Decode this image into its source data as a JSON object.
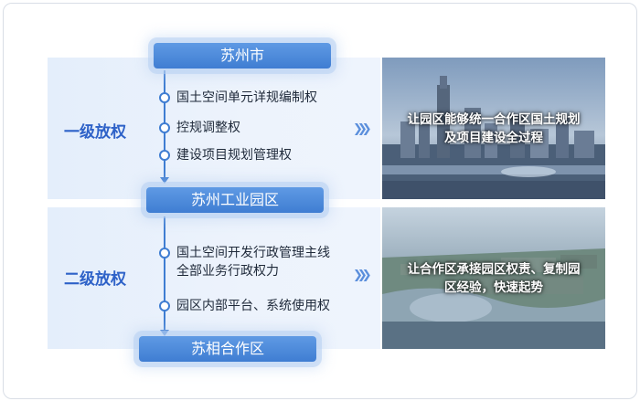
{
  "levels": [
    {
      "title": "一级放权",
      "items": [
        "国土空间单元详规编制权",
        "控规调整权",
        "建设项目规划管理权"
      ],
      "result": "让园区能够统一合作区国土规划及项目建设全过程"
    },
    {
      "title": "二级放权",
      "items": [
        "国土空间开发行政管理主线",
        "全部业务行政权力",
        "园区内部平台、系统使用权"
      ],
      "result": "让合作区承接园区权责、复制园区经验，快速起势"
    }
  ],
  "nodes": [
    "苏州市",
    "苏州工业园区",
    "苏相合作区"
  ],
  "colors": {
    "accent": "#3f7dd2",
    "title": "#2e62c8",
    "panel": "#e8f0fb"
  },
  "icons": {
    "flow_arrow": "triple-chevron-right-icon"
  }
}
